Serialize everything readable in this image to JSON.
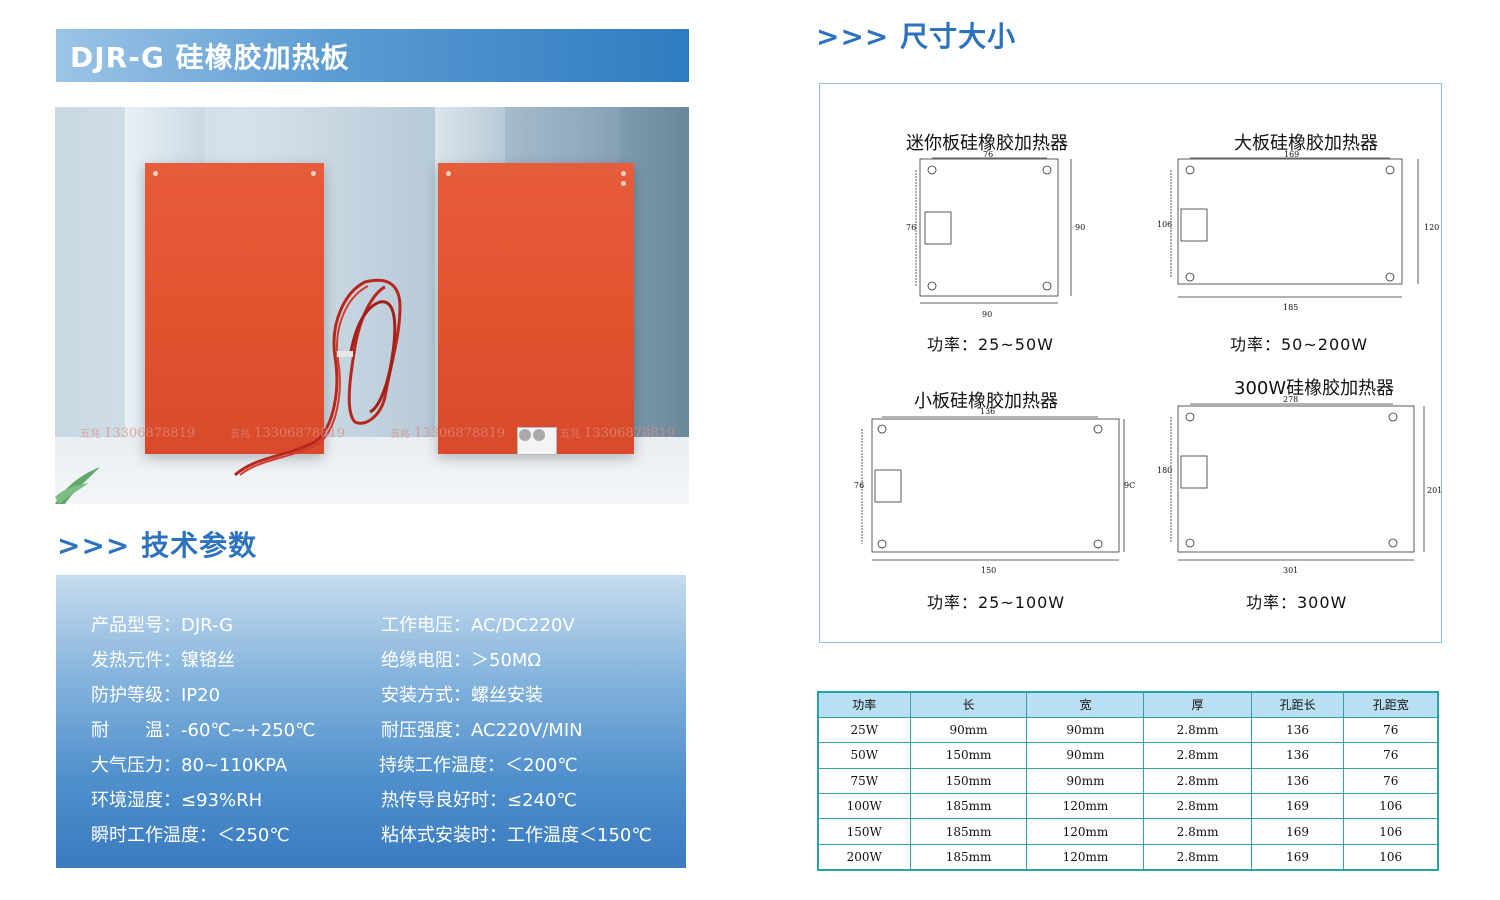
{
  "title": "DJR-G 硅橡胶加热板",
  "photo": {
    "watermarks": [
      "13306878819",
      "13306878819",
      "13306878819",
      "13306878819"
    ]
  },
  "tech_section": {
    "heading": ">>> 技术参数"
  },
  "specs": [
    {
      "label": "产品型号：",
      "value": "DJR-G"
    },
    {
      "label": "工作电压：",
      "value": "AC/DC220V"
    },
    {
      "label": "发热元件：",
      "value": "镍铬丝"
    },
    {
      "label": "绝缘电阻：",
      "value": "＞50MΩ"
    },
    {
      "label": "防护等级：",
      "value": "IP20"
    },
    {
      "label": "安装方式：",
      "value": "螺丝安装"
    },
    {
      "label": "耐　　温：",
      "value": "-60℃~+250℃"
    },
    {
      "label": "耐压强度：",
      "value": "AC220V/MIN"
    },
    {
      "label": "大气压力：",
      "value": "80~110KPA"
    },
    {
      "label": "持续工作温度：",
      "value": "＜200℃"
    },
    {
      "label": "环境湿度：",
      "value": "≤93%RH"
    },
    {
      "label": "热传导良好时：",
      "value": "≤240℃"
    },
    {
      "label": "瞬时工作温度：",
      "value": "＜250℃"
    },
    {
      "label": "粘体式安装时：",
      "value": "工作温度＜150℃"
    }
  ],
  "size_section": {
    "heading": ">>> 尺寸大小"
  },
  "diagrams": [
    {
      "title": "迷你板硅橡胶加热器",
      "power": "功率：25~50W",
      "dims": {
        "top": "76",
        "right": "90",
        "left": "76",
        "bottom": "90"
      }
    },
    {
      "title": "大板硅橡胶加热器",
      "power": "功率：50~200W",
      "dims": {
        "top": "169",
        "right": "120",
        "left": "106",
        "bottom": "185"
      }
    },
    {
      "title": "小板硅橡胶加热器",
      "power": "功率：25~100W",
      "dims": {
        "top": "136",
        "right": "9C",
        "left": "76",
        "bottom": "150"
      }
    },
    {
      "title": "300W硅橡胶加热器",
      "power": "功率：300W",
      "dims": {
        "top": "278",
        "right": "201",
        "left": "180",
        "bottom": "301"
      }
    }
  ],
  "table": {
    "headers": [
      "功率",
      "长",
      "宽",
      "厚",
      "孔距长",
      "孔距宽"
    ],
    "rows": [
      [
        "25W",
        "90mm",
        "90mm",
        "2.8mm",
        "136",
        "76"
      ],
      [
        "50W",
        "150mm",
        "90mm",
        "2.8mm",
        "136",
        "76"
      ],
      [
        "75W",
        "150mm",
        "90mm",
        "2.8mm",
        "136",
        "76"
      ],
      [
        "100W",
        "185mm",
        "120mm",
        "2.8mm",
        "169",
        "106"
      ],
      [
        "150W",
        "185mm",
        "120mm",
        "2.8mm",
        "169",
        "106"
      ],
      [
        "200W",
        "185mm",
        "120mm",
        "2.8mm",
        "169",
        "106"
      ]
    ]
  },
  "colors": {
    "accent": "#2c72bf",
    "pad": "#e0532f",
    "table_border": "#2aa3a6",
    "table_header": "#b9dff3"
  }
}
